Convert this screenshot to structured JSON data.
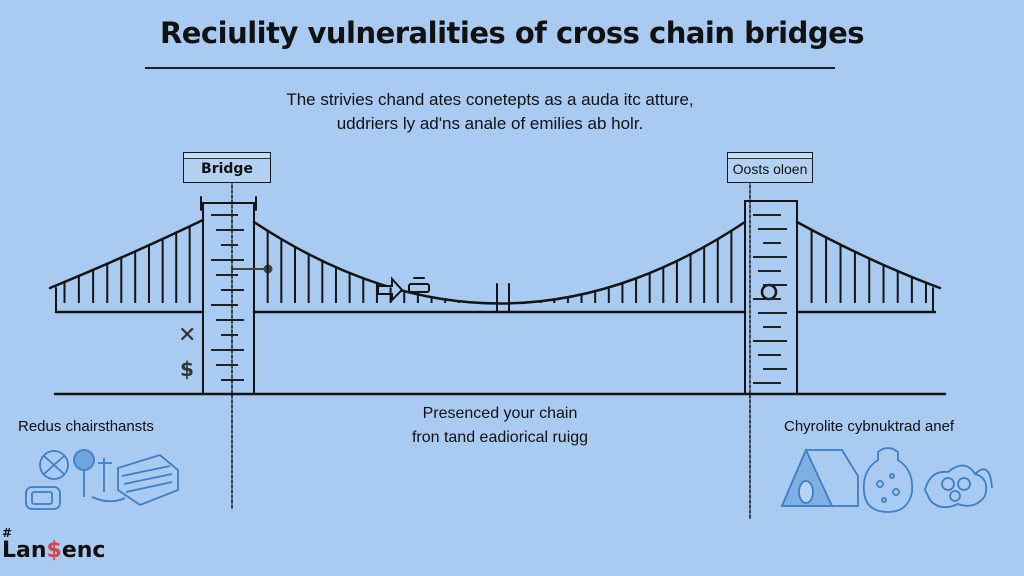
{
  "title": "Reciulity vulneralities of cross chain bridges",
  "subtitle": {
    "line1": "The strivies chand ates conetерts as a auda itc atture,",
    "line2": "uddriers ly ad'ns anale of emilies ab holr."
  },
  "towers": {
    "left_label": "Bridge",
    "right_label": "Oosts oloen"
  },
  "deck_markers": {
    "left_tower_marks": [
      "x-mark",
      "dollar-sign"
    ],
    "x_symbol": "✕",
    "dollar_symbol": "$"
  },
  "captions": {
    "left": "Redus chairsthansts",
    "center_line1": "Presenced your chain",
    "center_line2": "fron tand eadiorical ruigg",
    "right": "Chyrolite cybnuktrad anef"
  },
  "logo": {
    "hash": "#",
    "prefix": "Lan",
    "accent": "$",
    "suffix": "enc"
  },
  "colors": {
    "background": "#a9cbf1",
    "ink": "#111111",
    "icon_blue": "#3d7fc7",
    "logo_accent": "#d9414f"
  }
}
